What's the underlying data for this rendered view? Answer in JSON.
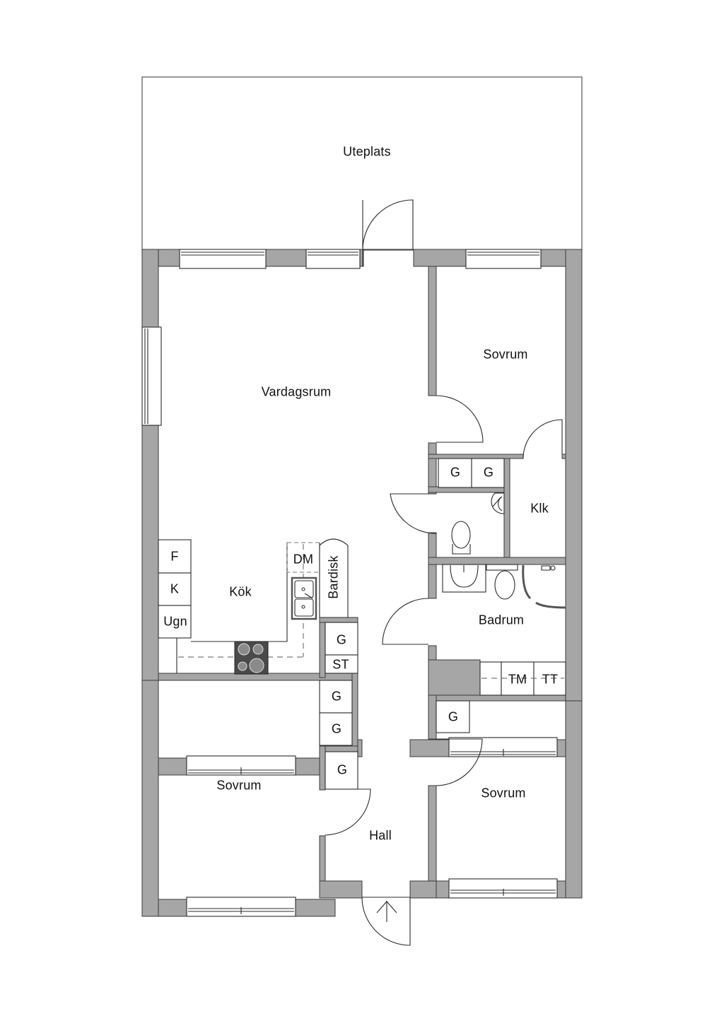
{
  "plan": {
    "colors": {
      "wall": "#a6a6a6",
      "line": "#2b2b2b",
      "stove": "#4a4a4a",
      "background": "#ffffff"
    },
    "rooms": {
      "uteplats": "Uteplats",
      "vardagsrum": "Vardagsrum",
      "sovrum_top_right": "Sovrum",
      "klk": "Klk",
      "kok": "Kök",
      "badrum": "Badrum",
      "sovrum_bottom_left": "Sovrum",
      "sovrum_bottom_right": "Sovrum",
      "hall": "Hall"
    },
    "fixtures": {
      "wc_closet_1": "G",
      "wc_closet_2": "G",
      "fridge": "F",
      "freezer": "K",
      "oven": "Ugn",
      "dishwasher": "DM",
      "bar_counter": "Bardisk",
      "hall_closet_top": "G",
      "drying_cabinet": "ST",
      "hall_closet_mid_1": "G",
      "hall_closet_mid_2": "G",
      "hall_closet_bottom": "G",
      "washing_machine": "TM",
      "tumble_dryer": "TT",
      "sovrum_closet": "G"
    },
    "icons": [
      "door-swing-icon",
      "window-icon",
      "toilet-icon",
      "sink-icon",
      "stove-icon",
      "shower-icon",
      "entrance-arrow-icon"
    ]
  }
}
